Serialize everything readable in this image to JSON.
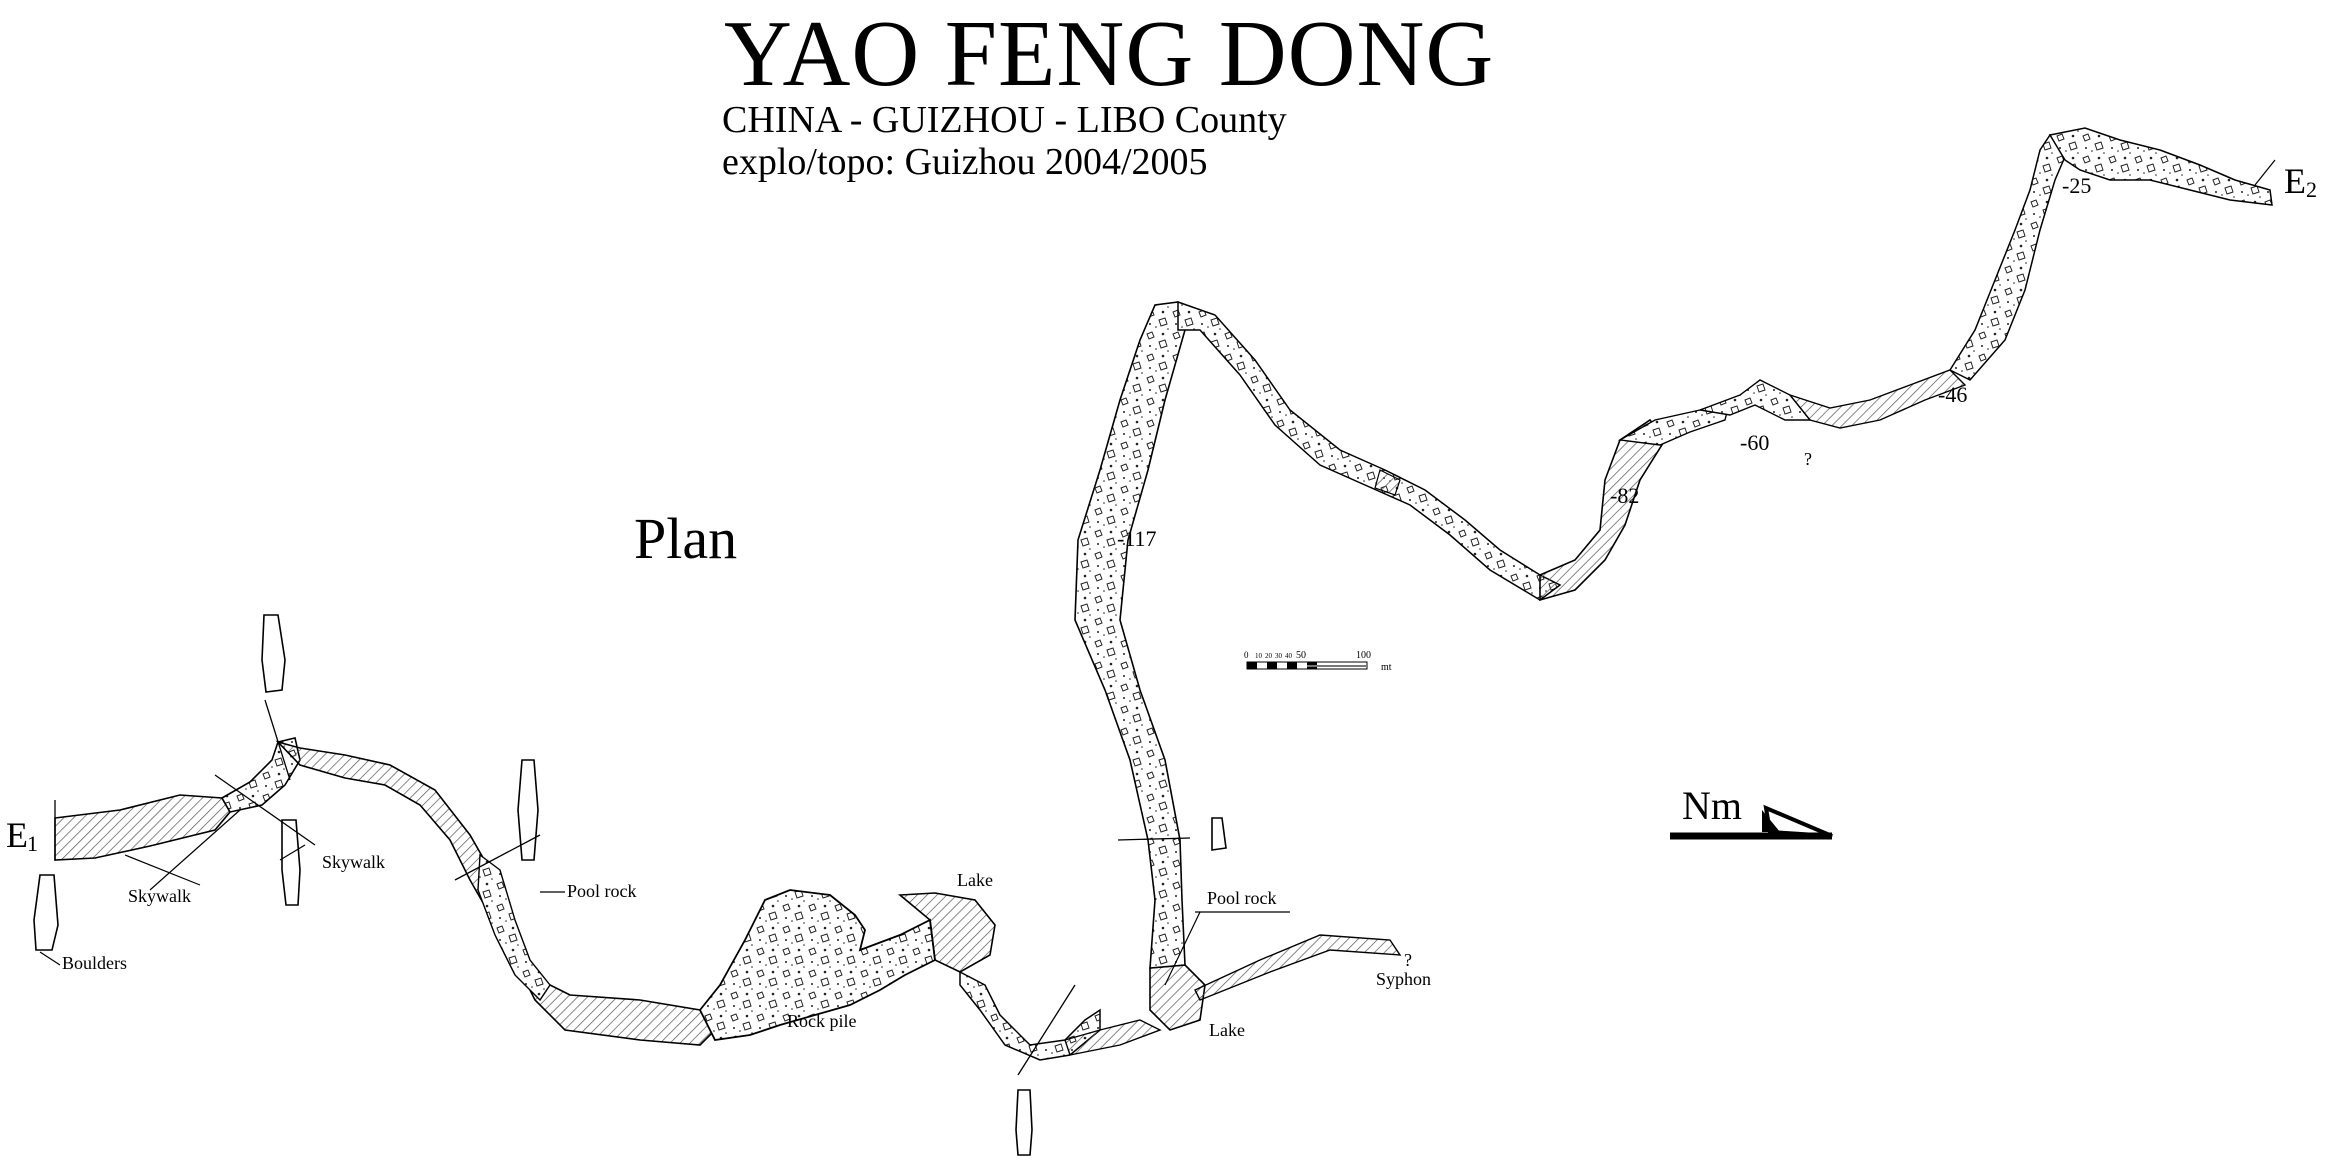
{
  "header": {
    "title": "YAO FENG DONG",
    "location": "CHINA - GUIZHOU - LIBO County",
    "credits": "explo/topo: Guizhou 2004/2005"
  },
  "view_label": "Plan",
  "entrances": {
    "e1": {
      "letter": "E",
      "index": "1"
    },
    "e2": {
      "letter": "E",
      "index": "2"
    }
  },
  "depths": [
    "-25",
    "-46",
    "-60",
    "-82",
    "-117"
  ],
  "features": {
    "skywalk_1": "Skywalk",
    "skywalk_2": "Skywalk",
    "boulders": "Boulders",
    "pool_rock_1": "Pool rock",
    "pool_rock_2": "Pool rock",
    "rock_pile": "Rock pile",
    "lake_1": "Lake",
    "lake_2": "Lake",
    "syphon": "Syphon",
    "question_1": "?",
    "question_2": "?"
  },
  "scale_bar": {
    "ticks": [
      "0",
      "10",
      "20",
      "30",
      "40",
      "50",
      "100"
    ],
    "unit": "mt"
  },
  "north_arrow": {
    "label": "Nm"
  },
  "colors": {
    "ink": "#000000",
    "paper": "#ffffff",
    "hatch": "#555555"
  }
}
